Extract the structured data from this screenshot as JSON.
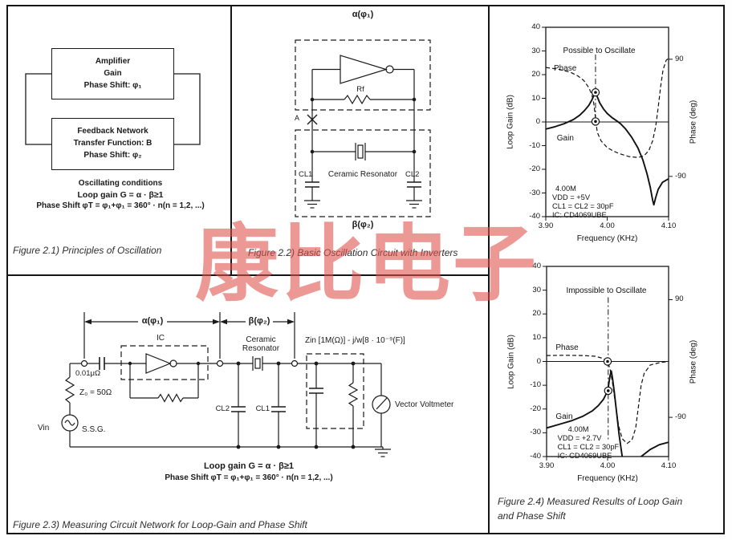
{
  "watermark": {
    "text": "康比电子",
    "color": "#e0504a"
  },
  "fig21": {
    "amplifier": [
      "Amplifier",
      "Gain",
      "Phase Shift: φ₁"
    ],
    "feedback": [
      "Feedback Network",
      "Transfer Function: Β",
      "Phase Shift: φ₂"
    ],
    "conditions": [
      "Oscillating conditions",
      "Loop gain G = α · β≥1",
      "Phase Shift φT = φ₁+φ₁ = 360° · n(n = 1,2, ...)"
    ],
    "caption": "Figure 2.1) Principles of Oscillation"
  },
  "fig22": {
    "alpha_label": "α(φ₁)",
    "beta_label": "β(φ₂)",
    "rf_label": "Rf",
    "node_a_label": "A",
    "cl1_label": "CL1",
    "cl2_label": "CL2",
    "resonator_label": "Ceramic Resonator",
    "caption": "Figure 2.2) Basic Oscillation Circuit with Inverters"
  },
  "fig23": {
    "alpha_label": "α(φ₁)",
    "beta_label": "β(φ₂)",
    "ic_label": "IC",
    "coupling_cap_label": "0.01μΩ",
    "z0_label": "Z₀ = 50Ω",
    "vin_label": "Vin",
    "ssg_label": "S.S.G.",
    "resonator_label_line1": "Ceramic",
    "resonator_label_line2": "Resonator",
    "cl2_label": "CL2",
    "cl1_label": "CL1",
    "zin_label": "Zin [1M(Ω)] - j/w[8 · 10⁻⁹(F)]",
    "voltmeter_label": "Vector Voltmeter",
    "eq1": "Loop gain G = α · β≥1",
    "eq2": "Phase Shift φT = φ₁+φ₁ = 360° · n(n = 1,2, ...)",
    "caption": "Figure 2.3) Measuring Circuit Network for Loop-Gain and Phase Shift"
  },
  "fig24": {
    "caption_line1": "Figure 2.4) Measured Results of  Loop Gain",
    "caption_line2": "and Phase Shift"
  },
  "chart_data": [
    {
      "type": "line",
      "title": "Possible to Oscillate",
      "title_at": [
        3.987,
        32
      ],
      "xlabel": "Frequency (KHz)",
      "ylabel": "Loop Gain (dB)",
      "y2label": "Phase (deg)",
      "xlim": [
        3.9,
        4.1
      ],
      "ylim": [
        -40,
        40
      ],
      "xticks": [
        "3.90",
        "4.00",
        "4.10"
      ],
      "yticks": [
        "40",
        "30",
        "20",
        "10",
        "0",
        "-10",
        "-20",
        "-30",
        "-40"
      ],
      "y2ticks": [
        {
          "label": "90",
          "at_dB": 26.5
        },
        {
          "label": "-90",
          "at_dB": -23
        }
      ],
      "grid": false,
      "legend": "inline-labels",
      "series": [
        {
          "name": "Gain",
          "style": "solid",
          "points": [
            [
              3.9,
              -3
            ],
            [
              3.915,
              -2
            ],
            [
              3.93,
              -0.7
            ],
            [
              3.945,
              1
            ],
            [
              3.955,
              2.8
            ],
            [
              3.963,
              4.8
            ],
            [
              3.97,
              7
            ],
            [
              3.975,
              9.3
            ],
            [
              3.978,
              11
            ],
            [
              3.981,
              13
            ],
            [
              3.984,
              10.5
            ],
            [
              3.988,
              8
            ],
            [
              3.994,
              5.5
            ],
            [
              4.0,
              3.6
            ],
            [
              4.008,
              1.8
            ],
            [
              4.016,
              0.4
            ],
            [
              4.022,
              -0.8
            ],
            [
              4.03,
              -3
            ],
            [
              4.04,
              -6.5
            ],
            [
              4.05,
              -11
            ],
            [
              4.058,
              -16
            ],
            [
              4.065,
              -22
            ],
            [
              4.07,
              -27.5
            ],
            [
              4.074,
              -33
            ],
            [
              4.076,
              -35
            ],
            [
              4.079,
              -32
            ],
            [
              4.083,
              -28.5
            ],
            [
              4.09,
              -25.5
            ],
            [
              4.1,
              -24
            ]
          ]
        },
        {
          "name": "Phase",
          "style": "dashed",
          "points": [
            [
              3.9,
              23
            ],
            [
              3.92,
              22.3
            ],
            [
              3.94,
              21
            ],
            [
              3.952,
              19.5
            ],
            [
              3.962,
              17.5
            ],
            [
              3.97,
              14.5
            ],
            [
              3.975,
              11.5
            ],
            [
              3.978,
              8
            ],
            [
              3.98,
              4
            ],
            [
              3.9815,
              0
            ],
            [
              3.984,
              -4.5
            ],
            [
              3.99,
              -8
            ],
            [
              4.0,
              -10.8
            ],
            [
              4.01,
              -12.3
            ],
            [
              4.02,
              -13.4
            ],
            [
              4.035,
              -14.6
            ],
            [
              4.05,
              -15
            ],
            [
              4.06,
              -14.3
            ],
            [
              4.068,
              -12
            ],
            [
              4.074,
              -8
            ],
            [
              4.079,
              -2
            ],
            [
              4.083,
              6
            ],
            [
              4.087,
              15
            ],
            [
              4.091,
              22
            ],
            [
              4.096,
              26
            ],
            [
              4.1,
              27
            ]
          ]
        }
      ],
      "markers": [
        [
          3.981,
          12.5
        ],
        [
          3.981,
          0.2
        ]
      ],
      "vline": {
        "x": 3.981,
        "y_from": 28.5,
        "y_to": -2
      },
      "series_labels": [
        {
          "text": "Phase",
          "x": 3.913,
          "y": 24.5
        },
        {
          "text": "Gain",
          "x": 3.918,
          "y": -5
        }
      ],
      "annotation": [
        "4.00M",
        "VDD = +5V",
        "CL1 = CL2 = 30pF",
        "IC: CD4069UBE"
      ],
      "annotation_anchor": [
        3.9105,
        -26.5
      ],
      "indent_first": 4
    },
    {
      "type": "line",
      "title": "Impossible to Oscillate",
      "title_at": [
        3.998,
        31.5
      ],
      "xlabel": "Frequency (KHz)",
      "ylabel": "Loop Gain (dB)",
      "y2label": "Phase (deg)",
      "xlim": [
        3.9,
        4.1
      ],
      "ylim": [
        -40,
        40
      ],
      "xticks": [
        "3.90",
        "4.00",
        "4.10"
      ],
      "yticks": [
        "40",
        "30",
        "20",
        "10",
        "0",
        "-10",
        "-20",
        "-30",
        "-40"
      ],
      "y2ticks": [
        {
          "label": "90",
          "at_dB": 26
        },
        {
          "label": "-90",
          "at_dB": -23.5
        }
      ],
      "grid": false,
      "legend": "inline-labels",
      "series": [
        {
          "name": "Gain",
          "style": "solid",
          "points": [
            [
              3.9,
              -28
            ],
            [
              3.92,
              -26.5
            ],
            [
              3.94,
              -25
            ],
            [
              3.96,
              -23
            ],
            [
              3.975,
              -20.8
            ],
            [
              3.985,
              -18.5
            ],
            [
              3.993,
              -16
            ],
            [
              3.999,
              -13
            ],
            [
              4.001,
              -11
            ],
            [
              4.004,
              -6
            ],
            [
              4.006,
              -4
            ],
            [
              4.008,
              -7
            ],
            [
              4.011,
              -13
            ],
            [
              4.015,
              -22
            ],
            [
              4.019,
              -31
            ],
            [
              4.024,
              -40
            ],
            [
              4.03,
              -46
            ],
            [
              4.045,
              -46
            ],
            [
              4.055,
              -40
            ],
            [
              4.07,
              -37
            ],
            [
              4.085,
              -35
            ],
            [
              4.1,
              -34
            ]
          ]
        },
        {
          "name": "Phase",
          "style": "dashed",
          "points": [
            [
              3.9,
              2.5
            ],
            [
              3.93,
              2.6
            ],
            [
              3.96,
              2.5
            ],
            [
              3.98,
              2.2
            ],
            [
              3.992,
              1.3
            ],
            [
              4.0,
              0
            ],
            [
              4.004,
              -3
            ],
            [
              4.008,
              -9
            ],
            [
              4.013,
              -18
            ],
            [
              4.018,
              -27
            ],
            [
              4.024,
              -32.5
            ],
            [
              4.032,
              -34.5
            ],
            [
              4.04,
              -33
            ],
            [
              4.046,
              -28
            ],
            [
              4.051,
              -18
            ],
            [
              4.055,
              -10
            ],
            [
              4.06,
              -5
            ],
            [
              4.07,
              -1.5
            ],
            [
              4.085,
              -0.5
            ],
            [
              4.1,
              0
            ]
          ]
        }
      ],
      "markers": [
        [
          4.0,
          0
        ],
        [
          4.001,
          -12.3
        ]
      ],
      "vline": {
        "x": 4.001,
        "y_from": 27,
        "y_to": -33
      },
      "series_labels": [
        {
          "text": "Phase",
          "x": 3.915,
          "y": 7.5
        },
        {
          "text": "Gain",
          "x": 3.915,
          "y": -21.5
        }
      ],
      "annotation": [
        "4.00M",
        "VDD = +2.7V",
        "CL1 = CL2 = 30pF",
        "IC: CD4069UBE"
      ],
      "annotation_anchor": [
        3.918,
        -27
      ],
      "indent_first": 13
    }
  ]
}
